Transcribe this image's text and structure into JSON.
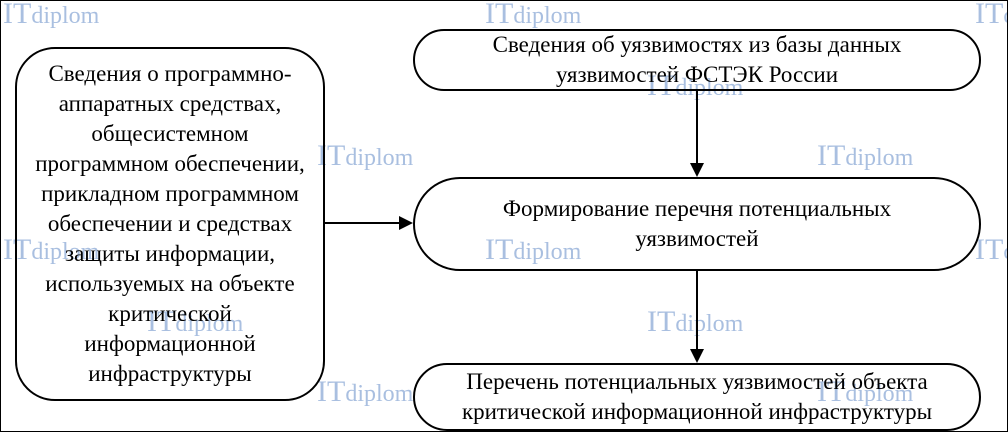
{
  "watermark": {
    "a": "IT",
    "b": "diplom"
  },
  "nodes": {
    "left": [
      "Сведения о программно-",
      "аппаратных средствах,",
      "общесистемном",
      "программном обеспечении,",
      "прикладном программном",
      "обеспечении и средствах",
      "защиты информации,",
      "используемых на объекте",
      "критической",
      "информационной",
      "инфраструктуры"
    ],
    "top": [
      "Сведения об уязвимостях из базы данных",
      "уязвимостей ФСТЭК России"
    ],
    "middle": [
      "Формирование перечня потенциальных",
      "уязвимостей"
    ],
    "bottom": [
      "Перечень потенциальных уязвимостей объекта",
      "критической информационной инфраструктуры"
    ]
  },
  "edges": [
    {
      "from": "top",
      "to": "middle"
    },
    {
      "from": "left",
      "to": "middle"
    },
    {
      "from": "middle",
      "to": "bottom"
    }
  ]
}
